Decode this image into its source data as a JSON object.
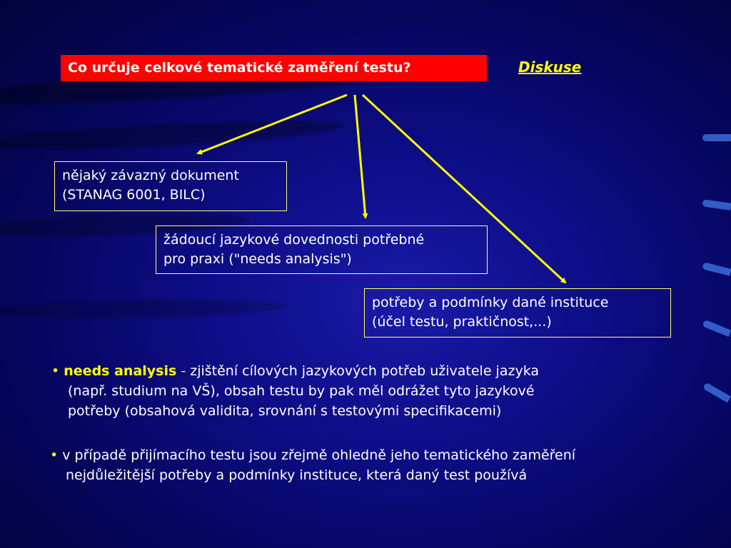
{
  "title": "Co určuje celkové tematické zaměření testu?",
  "link": "Diskuse",
  "boxes": [
    {
      "line1": "nějaký závazný dokument",
      "line2": "(STANAG 6001, BILC)"
    },
    {
      "line1": "žádoucí jazykové dovednosti potřebné",
      "line2": "pro praxi (\"needs analysis\")"
    },
    {
      "line1": "potřeby a podmínky dané instituce",
      "line2": "(účel testu, praktičnost,...)"
    }
  ],
  "bullets": [
    {
      "symbol": "•",
      "term": "needs analysis",
      "sep": " - ",
      "line1": "zjištění cílových jazykových potřeb uživatele jazyka",
      "line2": "(např. studium na VŠ), obsah testu by pak měl odrážet tyto jazykové",
      "line3": "potřeby (obsahová validita, srovnání s testovými specifikacemi)"
    },
    {
      "symbol": "•",
      "line1": "v případě přijímacího testu jsou zřejmě ohledně jeho tematického zaměření",
      "line2": "nejdůležitější potřeby a podmínky instituce, která daný test používá"
    }
  ],
  "colors": {
    "accent": "#ffff00",
    "title_bg": "#ff0000",
    "background": "#0d0d86"
  }
}
